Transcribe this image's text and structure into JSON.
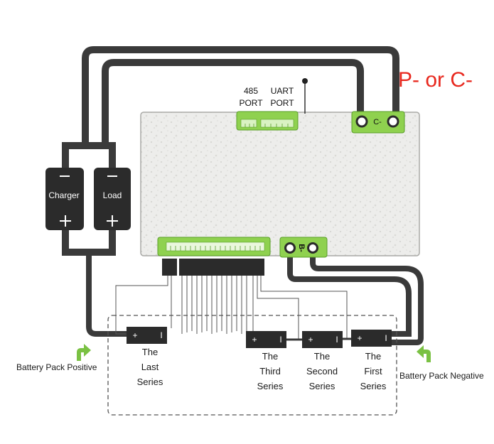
{
  "labels": {
    "port_485": "485\nPORT",
    "port_uart": "UART\nPORT",
    "p_or_c": "P- or C-",
    "charger": "Charger",
    "load": "Load",
    "b_minus": "B-",
    "c_minus": "C-",
    "battery_pack_positive": "Battery Pack Positive",
    "battery_pack_negative": "Battery Pack Negative",
    "series_last": "The\nLast\nSeries",
    "series_third": "The\nThird\nSeries",
    "series_second": "The\nSecond\nSeries",
    "series_first": "The\nFirst\nSeries",
    "cell_plus": "+",
    "cell_minus": "I"
  },
  "colors": {
    "wire": "#3a3a3a",
    "board": "#ededeb",
    "connector_green": "#8fd14f",
    "connector_dark": "#5a9e2a",
    "plug_black": "#2b2b2b",
    "arrow_green": "#7ac143",
    "accent_red": "#e8281e"
  }
}
